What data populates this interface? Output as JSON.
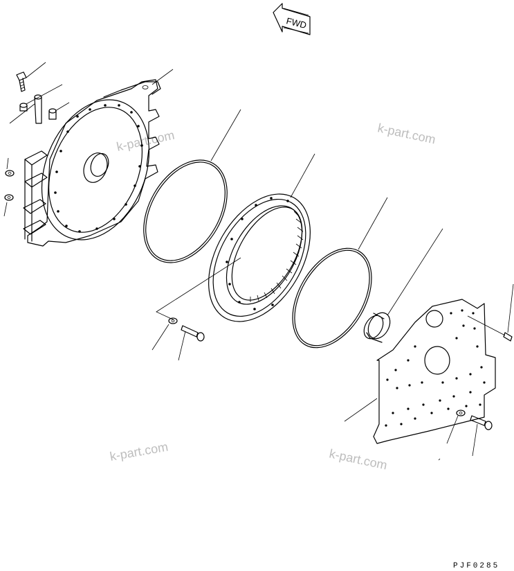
{
  "arrow_label": "FWD",
  "watermark": "k-part.com",
  "drawing_code": "PJF0285"
}
